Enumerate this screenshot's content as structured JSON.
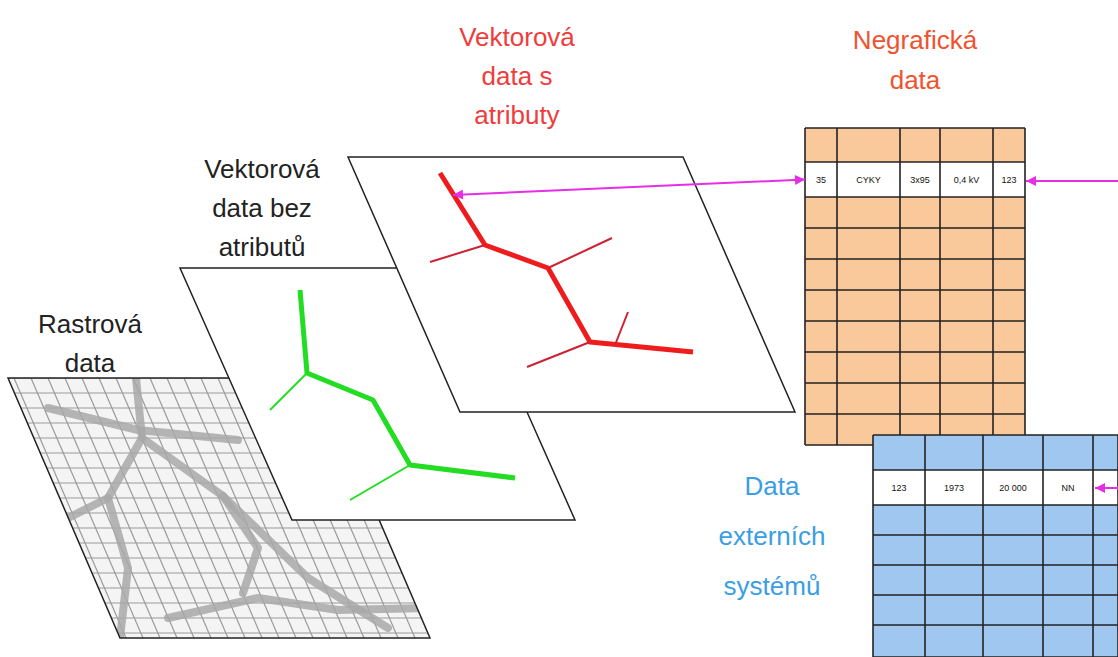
{
  "diagram": {
    "nodes": [
      {
        "text": [
          "Rastrová data"
        ]
      },
      {
        "text": [
          "Vektorová data bez atributů"
        ]
      },
      {
        "text": [
          "Vektorová data s atributy"
        ]
      },
      {
        "text": [
          "Negrafická data"
        ]
      },
      {
        "text": [
          "Data externích systémů"
        ]
      }
    ],
    "edges": [
      {
        "from": 2,
        "to": 3,
        "arrow": "both"
      }
    ],
    "labels": [
      "35",
      "CYKY",
      "3x95",
      "0,4 kV",
      "123",
      "123",
      "1973",
      "20 000",
      "NN"
    ]
  }
}
